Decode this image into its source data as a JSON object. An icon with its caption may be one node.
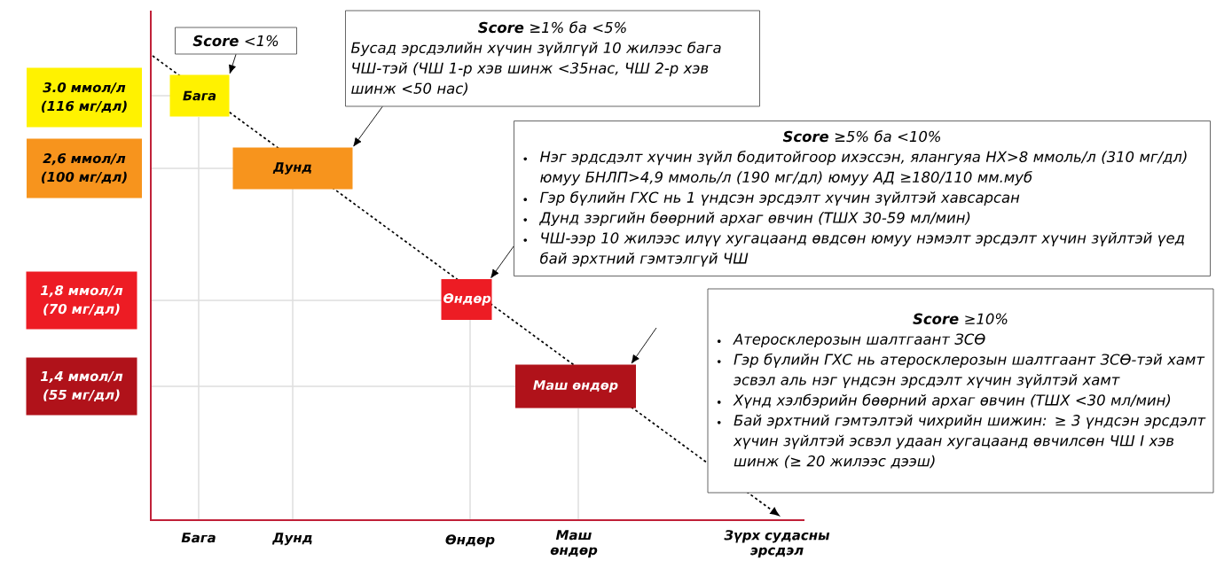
{
  "diagram": {
    "nodes": [
      {
        "text": [
          "3.0 ммол/л (116 мг/дл)"
        ]
      },
      {
        "text": [
          "2,6 ммол/л (100 мг/дл)"
        ]
      },
      {
        "text": [
          "1,8 ммол/л (70 мг/дл)"
        ]
      },
      {
        "text": [
          "1,4 ммол/л (55 мг/дл)"
        ]
      },
      {
        "text": [
          "**Score** <1%"
        ]
      },
      {
        "text": [
          "Бага"
        ]
      },
      {
        "text": [
          "**Score** ≥1% ба <5%",
          "Бусад эрсдэлийн хүчин зүйлгүй 10 жилээс бага ЧШ-тэй (ЧШ 1-р хэв шинж <35нас, ЧШ 2-р хэв шинж <50 нас)"
        ]
      },
      {
        "text": [
          "Дунд"
        ]
      },
      {
        "text": [
          "**Score** ≥5% ба <10%",
          "Нэг эрдсдэлт хүчин зүйл бодитойгоор ихэссэн, ялангуяа НХ>8 ммоль/л (310 мг/дл) юмуу БНЛП>4,9 ммоль/л (190 мг/дл) юмуу АД ≥180/110 мм.муб",
          "Гэр бүлийн ГХС нь 1 үндсэн эрсдэлт хүчин зүйлтэй хавсарсан",
          "Дунд зэргийн бөөрний архаг өвчин (ТШХ 30-59 мл/мин)",
          "ЧШ-ээр 10 жилээс илүү хугацаанд өвдсөн юмуу нэмэлт эрсдэлт хүчин зүйлтэй үед бай эрхтний гэмтэлгүй ЧШ"
        ]
      },
      {
        "text": [
          "Өндөр"
        ]
      },
      {
        "text": [
          "**Score** ≥10%",
          "Атеросклерозын шалтгаант ЗСӨ",
          "Гэр бүлийн ГХС нь атеросклерозын шалтгаант ЗСӨ-тэй хамт эсвэл аль нэг үндсэн эрсдэлт хүчин зүйлтэй хамт",
          "Хүнд хэлбэрийн бөөрний архаг өвчин (ТШХ <30 мл/мин)",
          "Бай эрхтний гэмтэлтэй чихрийн шижин: ≥ 3 үндсэн эрсдэлт хүчин зүйлтэй эсвэл удаан хугацаанд өвчилсөн ЧШ I хэв шинж (≥ 20 жилээс дээш)"
        ]
      },
      {
        "text": [
          "Маш өндөр"
        ]
      }
    ],
    "edges": [
      {
        "from": 4,
        "to": 5,
        "arrow": "to"
      },
      {
        "from": 6,
        "to": 7,
        "arrow": "to"
      },
      {
        "from": 8,
        "to": 9,
        "arrow": "to"
      },
      {
        "from": null,
        "to": 11,
        "arrow": "to"
      }
    ],
    "labels": [
      "Бага",
      "Дунд",
      "Өндөр",
      "Маш өндөр",
      "Зүрх судасны эрсдэл"
    ]
  }
}
